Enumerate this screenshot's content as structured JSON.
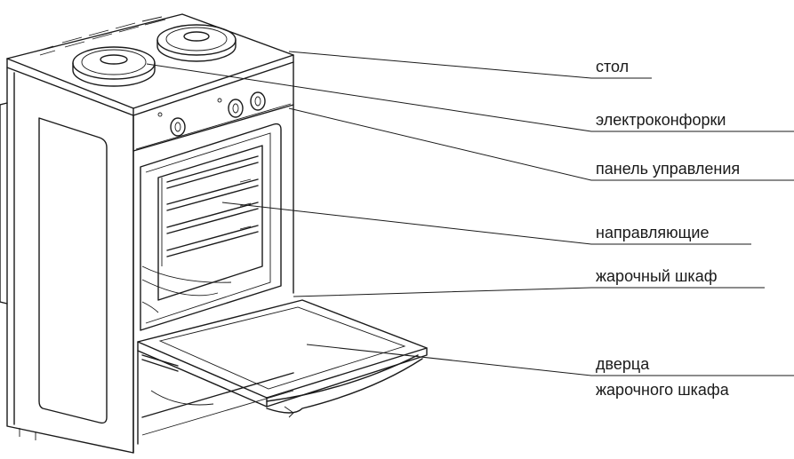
{
  "callouts": [
    {
      "id": "table",
      "lines": [
        "стол"
      ]
    },
    {
      "id": "burners",
      "lines": [
        "электроконфорки"
      ]
    },
    {
      "id": "control-panel",
      "lines": [
        "панель управления"
      ]
    },
    {
      "id": "guides",
      "lines": [
        "направляющие"
      ]
    },
    {
      "id": "oven",
      "lines": [
        "жарочный шкаф"
      ]
    },
    {
      "id": "oven-door",
      "lines": [
        "дверца",
        "жарочного шкафа"
      ]
    }
  ],
  "colors": {
    "line": "#1a1a1a",
    "background": "#ffffff"
  }
}
